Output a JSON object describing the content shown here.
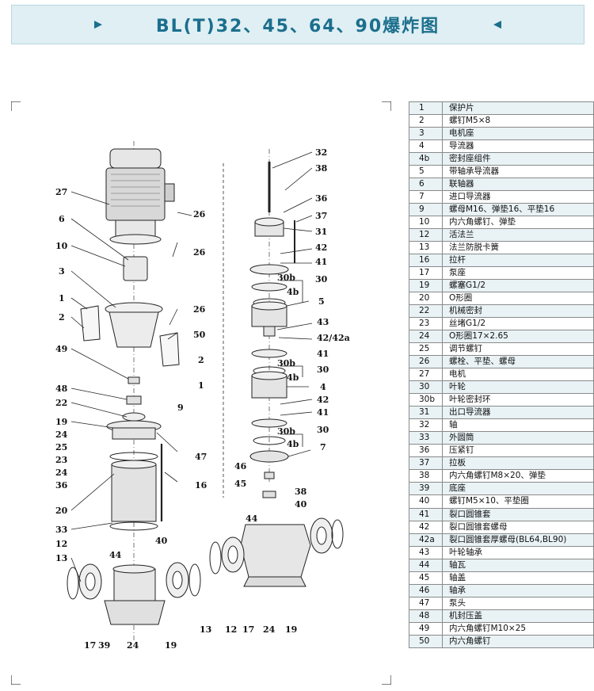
{
  "banner": {
    "title": "BL(T)32、45、64、90爆炸图"
  },
  "labels_left": [
    "27",
    "6",
    "10",
    "3",
    "1",
    "2",
    "49",
    "48",
    "22",
    "19",
    "24",
    "25",
    "23",
    "24",
    "36",
    "20",
    "33",
    "12",
    "13",
    "44",
    "40",
    "17",
    "39",
    "24",
    "19",
    "26",
    "26",
    "26",
    "50",
    "2",
    "1",
    "9",
    "47",
    "16"
  ],
  "labels_right": [
    "32",
    "38",
    "36",
    "37",
    "31",
    "42",
    "41",
    "30b",
    "30",
    "4b",
    "5",
    "43",
    "42/42a",
    "41",
    "30b",
    "30",
    "4b",
    "4",
    "42",
    "41",
    "30b",
    "30",
    "4b",
    "7",
    "46",
    "45",
    "38",
    "40",
    "44",
    "13",
    "12",
    "17",
    "24",
    "19"
  ],
  "parts": [
    {
      "no": "1",
      "name": "保护片"
    },
    {
      "no": "2",
      "name": "螺钉M5×8"
    },
    {
      "no": "3",
      "name": "电机座"
    },
    {
      "no": "4",
      "name": "导流器"
    },
    {
      "no": "4b",
      "name": "密封座组件"
    },
    {
      "no": "5",
      "name": "带轴承导流器"
    },
    {
      "no": "6",
      "name": "联轴器"
    },
    {
      "no": "7",
      "name": "进口导流器"
    },
    {
      "no": "9",
      "name": "螺母M16、弹垫16、平垫16"
    },
    {
      "no": "10",
      "name": "内六角螺钉、弹垫"
    },
    {
      "no": "12",
      "name": "活法兰"
    },
    {
      "no": "13",
      "name": "法兰防脱卡簧"
    },
    {
      "no": "16",
      "name": "拉杆"
    },
    {
      "no": "17",
      "name": "泵座"
    },
    {
      "no": "19",
      "name": "螺塞G1/2"
    },
    {
      "no": "20",
      "name": "O形圈"
    },
    {
      "no": "22",
      "name": "机械密封"
    },
    {
      "no": "23",
      "name": "丝堵G1/2"
    },
    {
      "no": "24",
      "name": "O形圈17×2.65"
    },
    {
      "no": "25",
      "name": "调节螺钉"
    },
    {
      "no": "26",
      "name": "螺栓、平垫、螺母"
    },
    {
      "no": "27",
      "name": "电机"
    },
    {
      "no": "30",
      "name": "叶轮"
    },
    {
      "no": "30b",
      "name": "叶轮密封环"
    },
    {
      "no": "31",
      "name": "出口导流器"
    },
    {
      "no": "32",
      "name": "轴"
    },
    {
      "no": "33",
      "name": "外圆筒"
    },
    {
      "no": "36",
      "name": "压紧钉"
    },
    {
      "no": "37",
      "name": "拉板"
    },
    {
      "no": "38",
      "name": "内六角螺钉M8×20、弹垫"
    },
    {
      "no": "39",
      "name": "底座"
    },
    {
      "no": "40",
      "name": "螺钉M5×10、平垫圈"
    },
    {
      "no": "41",
      "name": "裂口圆锥套"
    },
    {
      "no": "42",
      "name": "裂口圆锥套螺母"
    },
    {
      "no": "42a",
      "name": "裂口圆锥套厚螺母(BL64,BL90)"
    },
    {
      "no": "43",
      "name": "叶轮轴承"
    },
    {
      "no": "44",
      "name": "轴瓦"
    },
    {
      "no": "45",
      "name": "轴盖"
    },
    {
      "no": "46",
      "name": "轴承"
    },
    {
      "no": "47",
      "name": "泵头"
    },
    {
      "no": "48",
      "name": "机封压盖"
    },
    {
      "no": "49",
      "name": "内六角螺钉M10×25"
    },
    {
      "no": "50",
      "name": "内六角螺钉"
    }
  ]
}
